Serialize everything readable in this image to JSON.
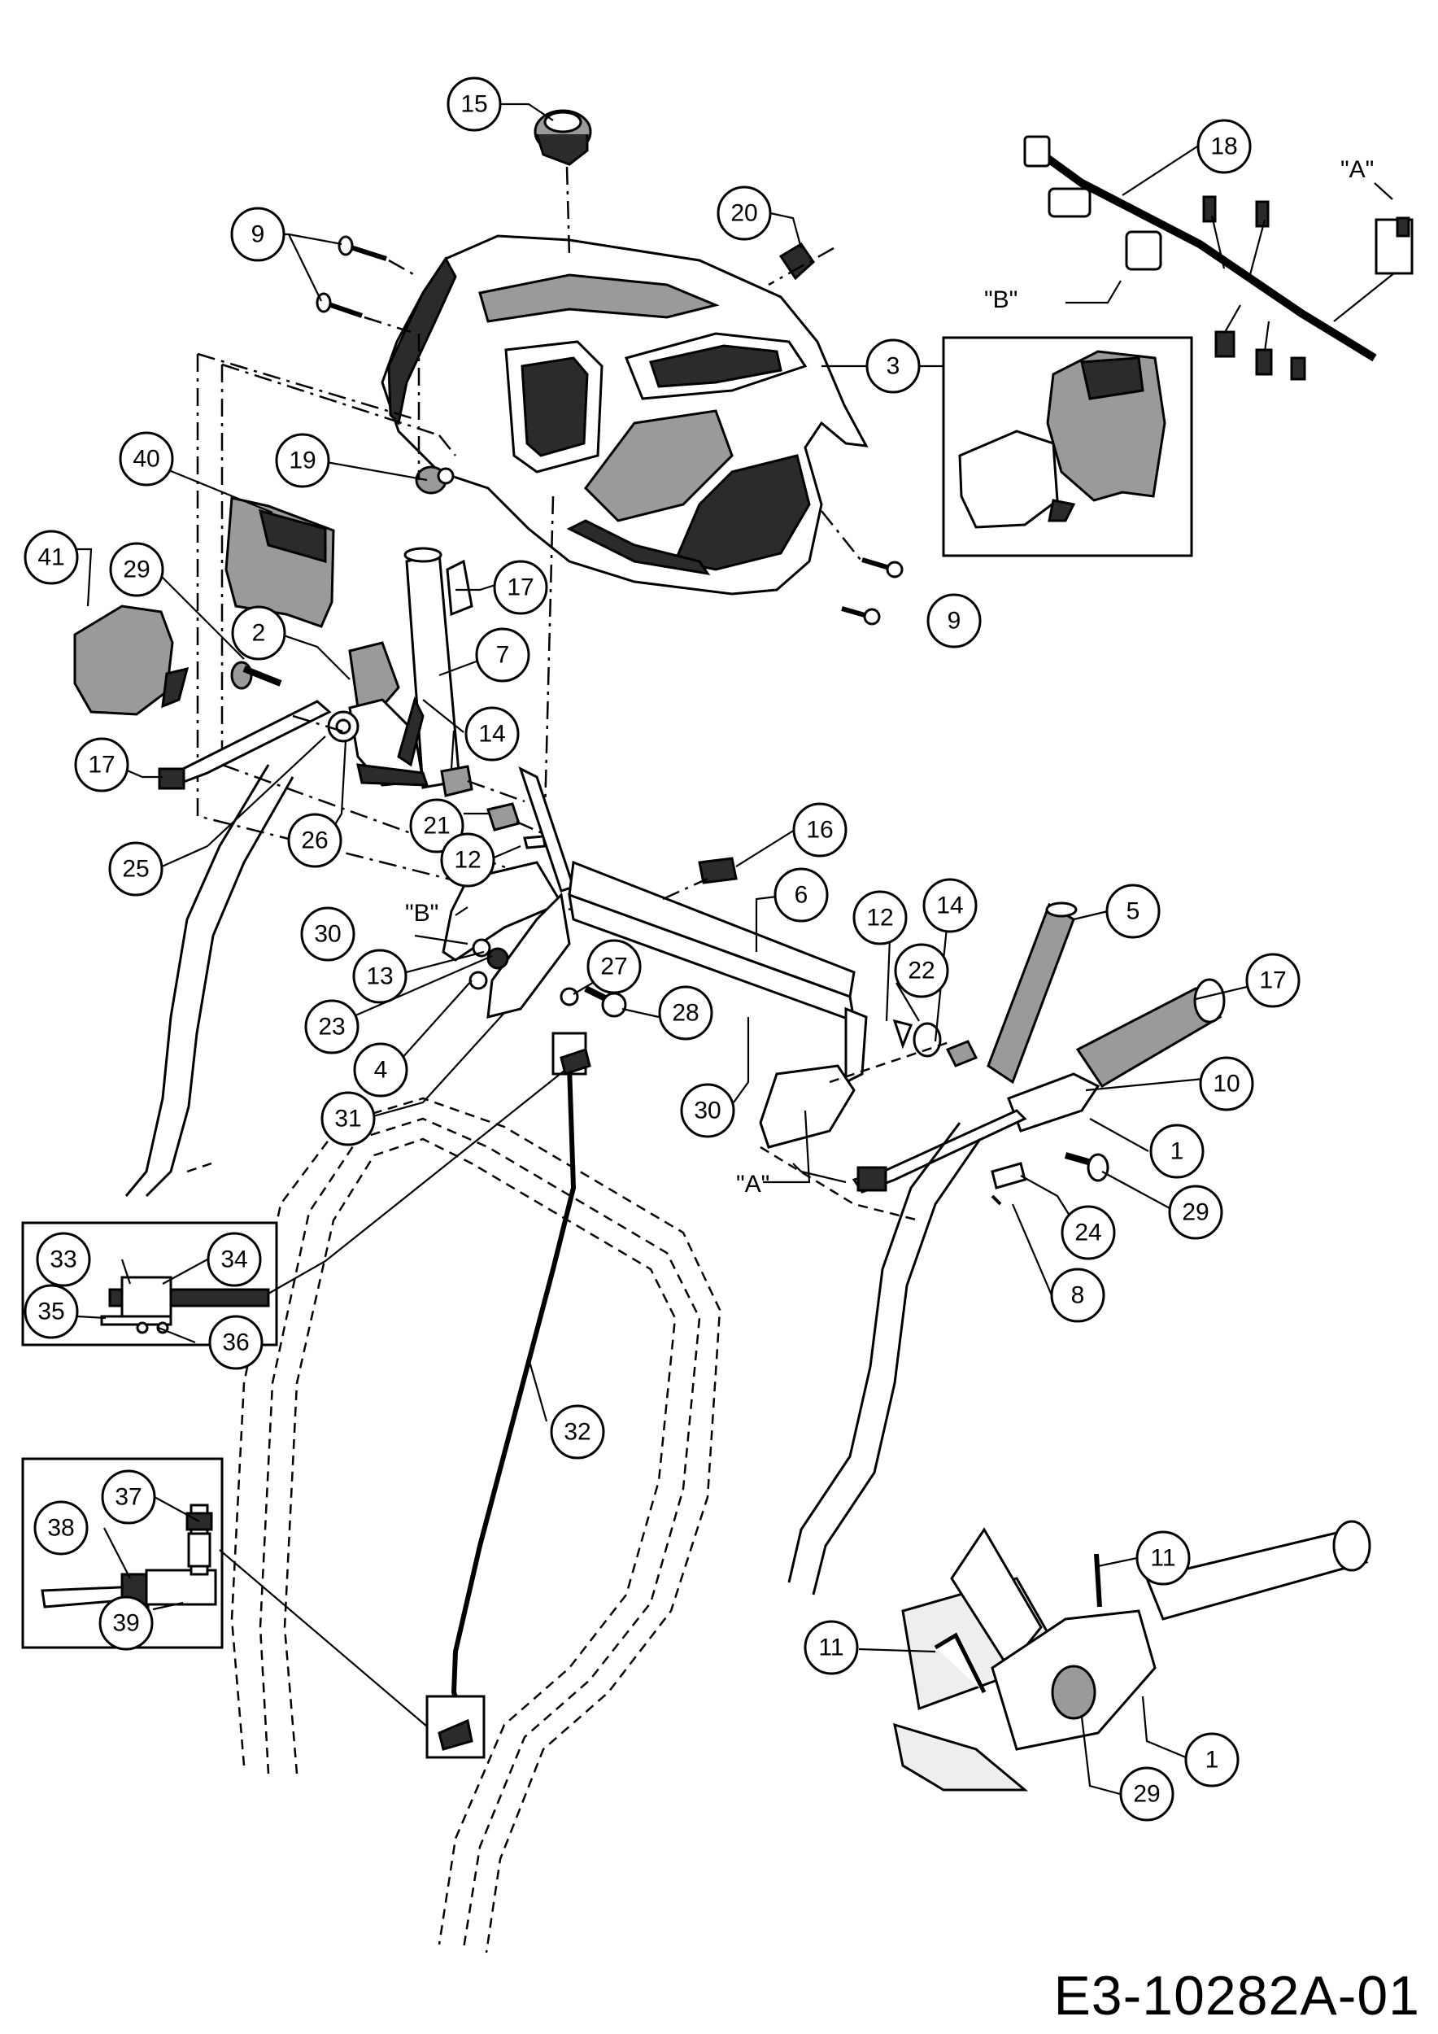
{
  "document_id": "E3-10282A-01",
  "reference_labels": {
    "A_top": "\"A\"",
    "B_top": "\"B\"",
    "B_left": "\"B\"",
    "A_bottom": "\"A\""
  },
  "callouts": [
    "15",
    "18",
    "20",
    "9",
    "3",
    "40",
    "19",
    "41",
    "29",
    "17",
    "2",
    "7",
    "17",
    "14",
    "26",
    "21",
    "12",
    "25",
    "16",
    "6",
    "12",
    "14",
    "5",
    "30",
    "13",
    "27",
    "22",
    "17",
    "23",
    "28",
    "4",
    "10",
    "31",
    "30",
    "1",
    "29",
    "24",
    "8",
    "9",
    "33",
    "34",
    "35",
    "36",
    "32",
    "37",
    "38",
    "39",
    "11",
    "11",
    "1",
    "29"
  ]
}
